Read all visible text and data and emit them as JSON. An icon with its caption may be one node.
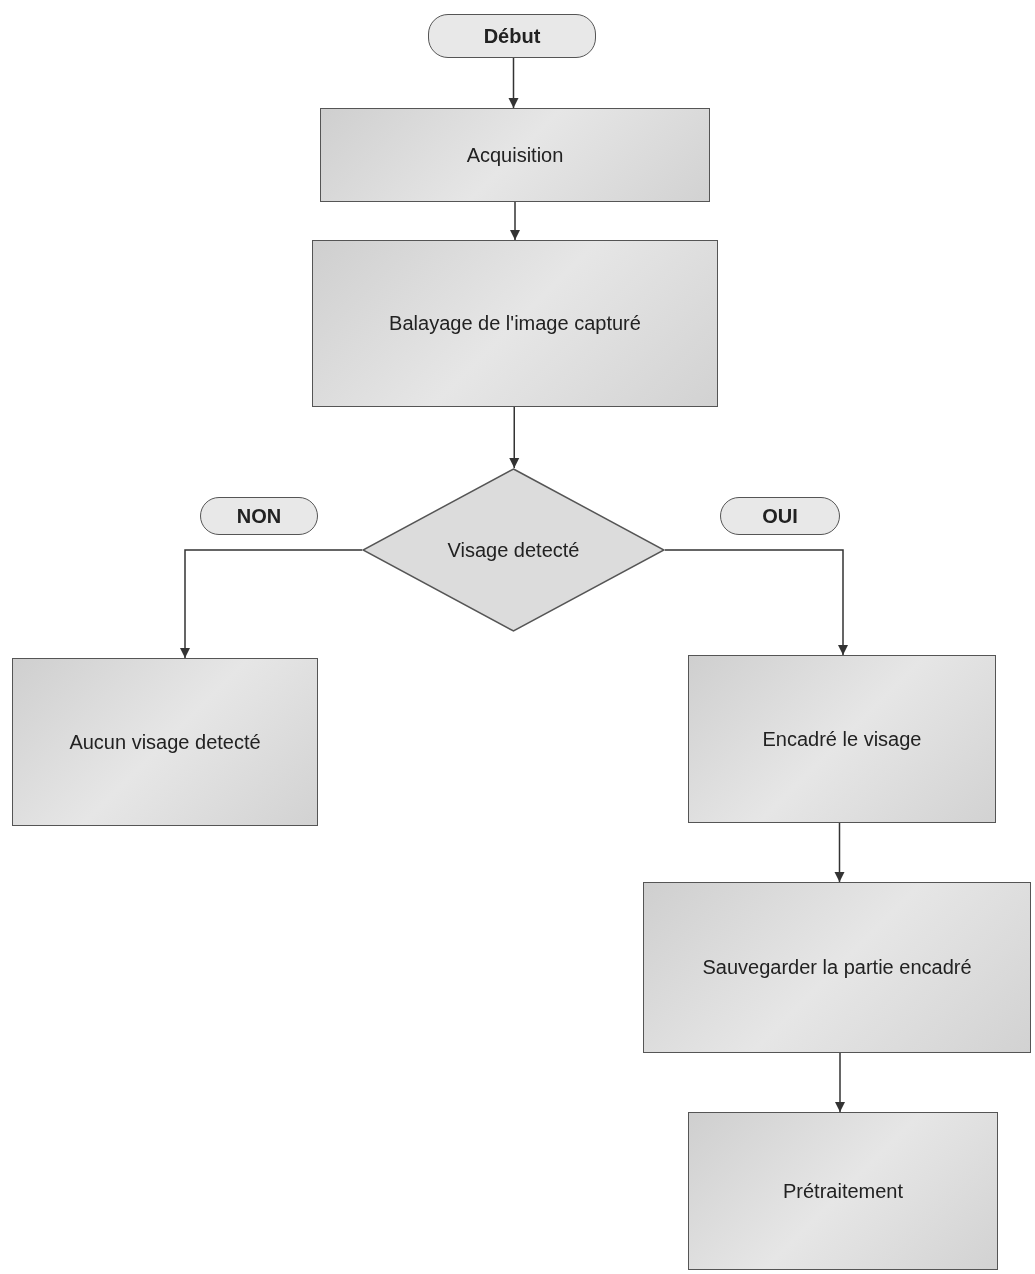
{
  "diagram": {
    "nodes": [
      {
        "text": [
          "Début"
        ]
      },
      {
        "text": [
          "Acquisition"
        ]
      },
      {
        "text": [
          "Balayage de l'image capturé"
        ]
      },
      {
        "text": [
          "Visage detecté"
        ]
      },
      {
        "text": [
          "NON"
        ]
      },
      {
        "text": [
          "OUI"
        ]
      },
      {
        "text": [
          "Aucun visage detecté"
        ]
      },
      {
        "text": [
          "Encadré le visage"
        ]
      },
      {
        "text": [
          "Sauvegarder la partie encadré"
        ]
      },
      {
        "text": [
          "Prétraitement"
        ]
      }
    ],
    "edges": [
      {
        "from": 0,
        "to": 1,
        "arrow": "to"
      },
      {
        "from": 1,
        "to": 2,
        "arrow": "to"
      },
      {
        "from": 2,
        "to": 3,
        "arrow": "to"
      },
      {
        "from": 3,
        "to": 6,
        "arrow": "to"
      },
      {
        "from": 3,
        "to": 7,
        "arrow": "to"
      },
      {
        "from": 7,
        "to": 8,
        "arrow": "to"
      },
      {
        "from": 8,
        "to": 9,
        "arrow": "to"
      }
    ]
  }
}
